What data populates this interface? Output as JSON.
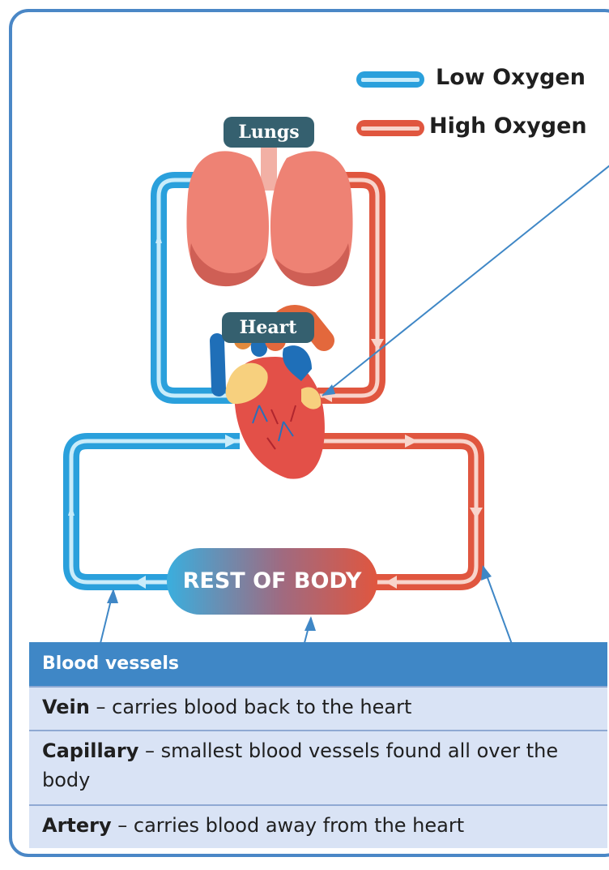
{
  "legend": {
    "low": {
      "label": "Low Oxygen",
      "color": "#3aaede"
    },
    "high": {
      "label": "High Oxygen",
      "color": "#e0563f"
    }
  },
  "labels": {
    "lungs": "Lungs",
    "heart": "Heart",
    "rest_of_body": "REST OF BODY"
  },
  "table": {
    "header": "Blood vessels",
    "rows": [
      {
        "term": "Vein",
        "desc": " – carries blood back to the heart"
      },
      {
        "term": "Capillary",
        "desc": " – smallest blood vessels found all over the body"
      },
      {
        "term": "Artery",
        "desc": " – carries blood away from the heart"
      }
    ]
  },
  "colors": {
    "frame": "#4a87c6",
    "label_bg": "#35606f",
    "table_header": "#3f87c6",
    "table_row": "#d9e3f5",
    "lungs": "#ee8274",
    "heart": "#e35048"
  }
}
